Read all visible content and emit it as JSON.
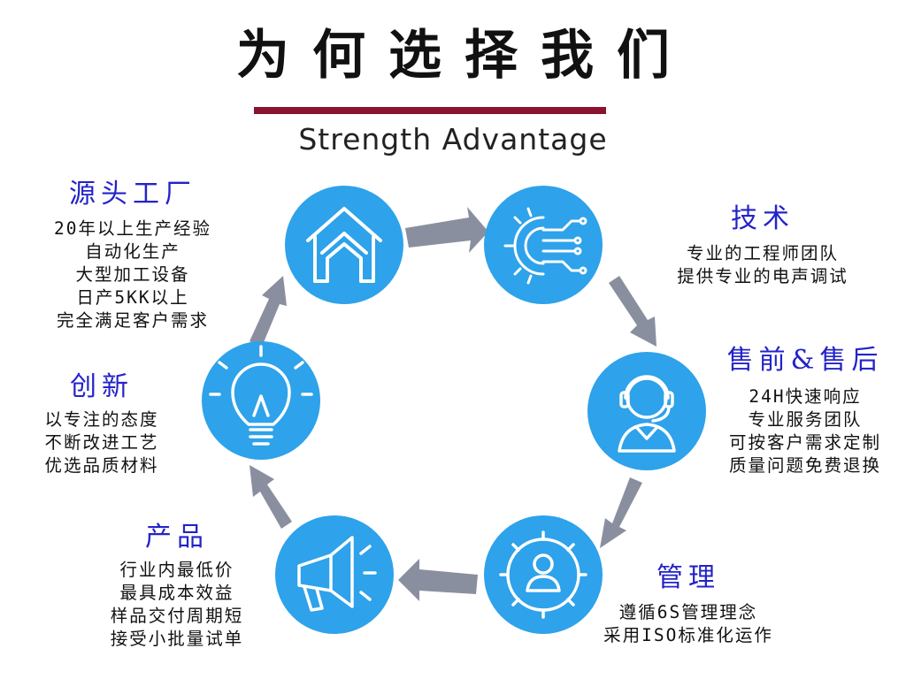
{
  "title": "为何选择我们",
  "subtitle": "Strength Advantage",
  "colors": {
    "circle": "#2ea2ea",
    "arrow": "#8a8fa0",
    "divider": "#8a1430",
    "heading": "#2323c8"
  },
  "nodes": [
    {
      "id": "factory",
      "icon": "house-icon",
      "heading": "源头工厂",
      "lines": [
        "20年以上生产经验",
        "自动化生产",
        "大型加工设备",
        "日产5KK以上",
        "完全满足客户需求"
      ]
    },
    {
      "id": "tech",
      "icon": "circuit-gear-icon",
      "heading": "技术",
      "lines": [
        "专业的工程师团队",
        "提供专业的电声调试"
      ]
    },
    {
      "id": "service",
      "icon": "headset-agent-icon",
      "heading": "售前&售后",
      "lines": [
        "24H快速响应",
        "专业服务团队",
        "可按客户需求定制",
        "质量问题免费退换"
      ]
    },
    {
      "id": "management",
      "icon": "gear-person-icon",
      "heading": "管理",
      "lines": [
        "遵循6S管理理念",
        "采用ISO标准化运作"
      ]
    },
    {
      "id": "product",
      "icon": "megaphone-icon",
      "heading": "产品",
      "lines": [
        "行业内最低价",
        "最具成本效益",
        "样品交付周期短",
        "接受小批量试单"
      ]
    },
    {
      "id": "innovation",
      "icon": "lightbulb-icon",
      "heading": "创新",
      "lines": [
        "以专注的态度",
        "不断改进工艺",
        "优选品质材料"
      ]
    }
  ]
}
